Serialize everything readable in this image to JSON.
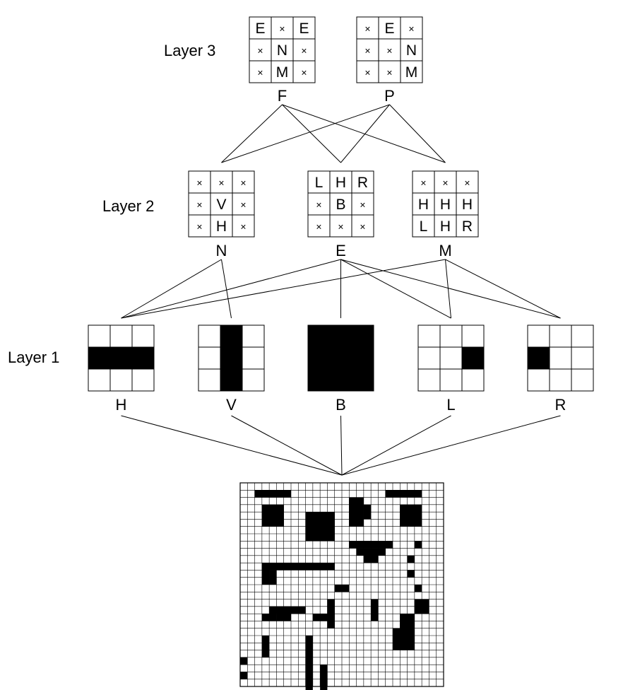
{
  "layers": [
    {
      "label": "Layer 3"
    },
    {
      "label": "Layer 2"
    },
    {
      "label": "Layer 1"
    }
  ],
  "layer3": [
    {
      "name": "F",
      "grid": [
        [
          "E",
          "×",
          "E"
        ],
        [
          "×",
          "N",
          "×"
        ],
        [
          "×",
          "M",
          "×"
        ]
      ]
    },
    {
      "name": "P",
      "grid": [
        [
          "×",
          "E",
          "×"
        ],
        [
          "×",
          "×",
          "N"
        ],
        [
          "×",
          "×",
          "M"
        ]
      ]
    }
  ],
  "layer2": [
    {
      "name": "N",
      "grid": [
        [
          "×",
          "×",
          "×"
        ],
        [
          "×",
          "V",
          "×"
        ],
        [
          "×",
          "H",
          "×"
        ]
      ]
    },
    {
      "name": "E",
      "grid": [
        [
          "L",
          "H",
          "R"
        ],
        [
          "×",
          "B",
          "×"
        ],
        [
          "×",
          "×",
          "×"
        ]
      ]
    },
    {
      "name": "M",
      "grid": [
        [
          "×",
          "×",
          "×"
        ],
        [
          "H",
          "H",
          "H"
        ],
        [
          "L",
          "H",
          "R"
        ]
      ]
    }
  ],
  "layer1": [
    {
      "name": "H",
      "filled": [
        [
          0,
          0,
          0
        ],
        [
          1,
          1,
          1
        ],
        [
          0,
          0,
          0
        ]
      ]
    },
    {
      "name": "V",
      "filled": [
        [
          0,
          1,
          0
        ],
        [
          0,
          1,
          0
        ],
        [
          0,
          1,
          0
        ]
      ]
    },
    {
      "name": "B",
      "filled": [
        [
          1,
          1,
          1
        ],
        [
          1,
          1,
          1
        ],
        [
          1,
          1,
          1
        ]
      ]
    },
    {
      "name": "L",
      "filled": [
        [
          0,
          0,
          0
        ],
        [
          0,
          0,
          1
        ],
        [
          0,
          0,
          0
        ]
      ]
    },
    {
      "name": "R",
      "filled": [
        [
          0,
          0,
          0
        ],
        [
          1,
          0,
          0
        ],
        [
          0,
          0,
          0
        ]
      ]
    }
  ],
  "connections": {
    "layer3_to_layer2": [
      [
        "F",
        "N"
      ],
      [
        "F",
        "E"
      ],
      [
        "F",
        "M"
      ],
      [
        "P",
        "N"
      ],
      [
        "P",
        "E"
      ],
      [
        "P",
        "M"
      ]
    ],
    "layer2_to_layer1": [
      [
        "N",
        "H"
      ],
      [
        "N",
        "V"
      ],
      [
        "E",
        "H"
      ],
      [
        "E",
        "B"
      ],
      [
        "E",
        "L"
      ],
      [
        "E",
        "R"
      ],
      [
        "M",
        "H"
      ],
      [
        "M",
        "L"
      ],
      [
        "M",
        "R"
      ]
    ]
  },
  "input_image": {
    "rows": 28,
    "cols": 28,
    "filled_rects": [
      [
        1,
        2,
        5,
        1
      ],
      [
        1,
        20,
        5,
        1
      ],
      [
        3,
        3,
        3,
        3
      ],
      [
        3,
        22,
        3,
        3
      ],
      [
        4,
        9,
        4,
        4
      ],
      [
        4,
        10,
        2,
        2
      ],
      [
        2,
        15,
        2,
        4
      ],
      [
        3,
        17,
        1,
        2
      ],
      [
        8,
        15,
        6,
        1
      ],
      [
        9,
        16,
        4,
        1
      ],
      [
        10,
        17,
        2,
        1
      ],
      [
        8,
        24,
        1,
        1
      ],
      [
        10,
        23,
        1,
        1
      ],
      [
        12,
        23,
        1,
        1
      ],
      [
        14,
        24,
        1,
        1
      ],
      [
        11,
        3,
        1,
        3
      ],
      [
        11,
        3,
        10,
        1
      ],
      [
        11,
        5,
        7,
        1
      ],
      [
        12,
        4,
        1,
        1
      ],
      [
        13,
        4,
        1,
        1
      ],
      [
        17,
        4,
        5,
        1
      ],
      [
        18,
        3,
        2,
        1
      ],
      [
        18,
        5,
        2,
        1
      ],
      [
        21,
        3,
        1,
        3
      ],
      [
        14,
        13,
        2,
        1
      ],
      [
        16,
        12,
        1,
        3
      ],
      [
        16,
        18,
        1,
        3
      ],
      [
        18,
        10,
        3,
        1
      ],
      [
        19,
        12,
        1,
        1
      ],
      [
        21,
        9,
        1,
        8
      ],
      [
        16,
        24,
        2,
        2
      ],
      [
        18,
        22,
        2,
        4
      ],
      [
        20,
        21,
        3,
        3
      ],
      [
        24,
        0,
        1,
        1
      ],
      [
        26,
        0,
        1,
        1
      ],
      [
        25,
        11,
        1,
        5
      ]
    ]
  }
}
